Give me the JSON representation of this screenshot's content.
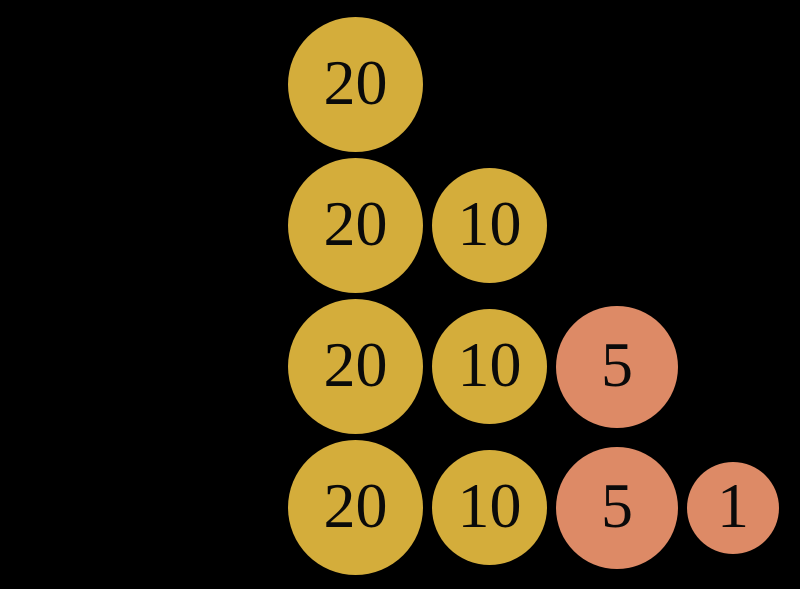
{
  "background_color": "#000000",
  "text_color": "#0a0a0a",
  "coin_colors": {
    "gold": "#d4ad3b",
    "copper": "#dd8a66"
  },
  "rows": [
    {
      "coins": [
        {
          "value": "20",
          "color": "gold"
        }
      ]
    },
    {
      "coins": [
        {
          "value": "20",
          "color": "gold"
        },
        {
          "value": "10",
          "color": "gold"
        }
      ]
    },
    {
      "coins": [
        {
          "value": "20",
          "color": "gold"
        },
        {
          "value": "10",
          "color": "gold"
        },
        {
          "value": "5",
          "color": "copper"
        }
      ]
    },
    {
      "coins": [
        {
          "value": "20",
          "color": "gold"
        },
        {
          "value": "10",
          "color": "gold"
        },
        {
          "value": "5",
          "color": "copper"
        },
        {
          "value": "1",
          "color": "copper"
        }
      ]
    }
  ]
}
